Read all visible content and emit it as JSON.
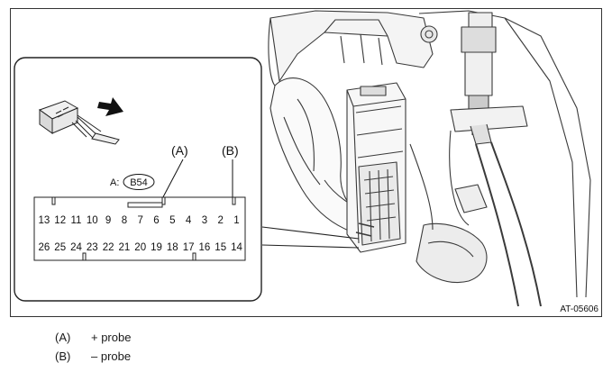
{
  "figure_id": "AT-05606",
  "inset": {
    "connector_label_prefix": "A:",
    "connector_code": "B54",
    "callout_a": "(A)",
    "callout_b": "(B)",
    "pins_top": [
      "13",
      "12",
      "11",
      "10",
      "9",
      "8",
      "7",
      "6",
      "5",
      "4",
      "3",
      "2",
      "1"
    ],
    "pins_bottom": [
      "26",
      "25",
      "24",
      "23",
      "22",
      "21",
      "20",
      "19",
      "18",
      "17",
      "16",
      "15",
      "14"
    ]
  },
  "legend": [
    {
      "key": "(A)",
      "text": "+ probe"
    },
    {
      "key": "(B)",
      "text": "– probe"
    }
  ]
}
